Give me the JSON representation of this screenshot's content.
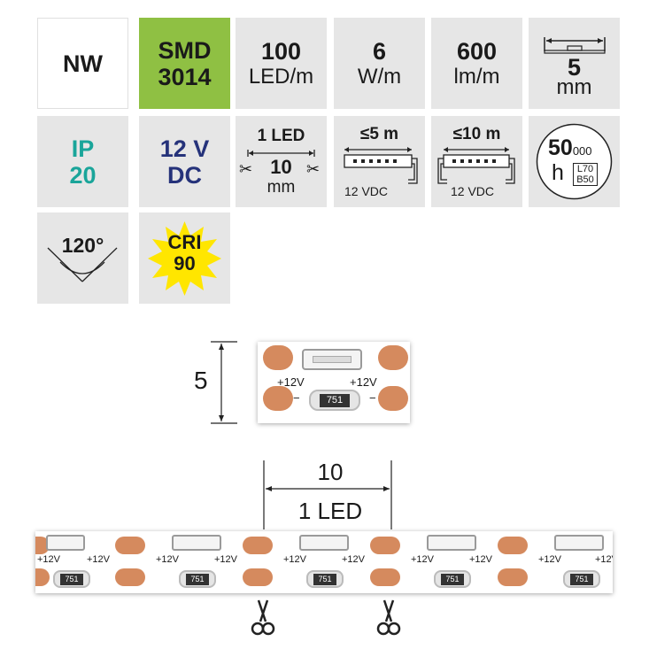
{
  "tiles": {
    "color_temp": "NW",
    "chip": {
      "line1": "SMD",
      "line2": "3014"
    },
    "density": {
      "value": "100",
      "unit": "LED/m"
    },
    "power": {
      "value": "6",
      "unit": "W/m"
    },
    "flux": {
      "value": "600",
      "unit": "lm/m"
    },
    "width": {
      "value": "5",
      "unit": "mm"
    },
    "ip": {
      "line1": "IP",
      "line2": "20"
    },
    "voltage": {
      "line1": "12 V",
      "line2": "DC"
    },
    "cut": {
      "top": "1 LED",
      "value": "10",
      "unit": "mm"
    },
    "run5": {
      "top": "≤5 m",
      "bottom": "12 VDC"
    },
    "run10": {
      "top": "≤10 m",
      "bottom": "12 VDC"
    },
    "life": {
      "value": "50",
      "sub": "000",
      "unit": "h",
      "l": "L70",
      "b": "B50"
    },
    "angle": "120°",
    "cri": {
      "line1": "CRI",
      "line2": "90"
    }
  },
  "diagram": {
    "width_label": "5",
    "segment_length": "10",
    "segment_leds": "1 LED",
    "pad_plus": "+12V",
    "pad_minus": "−",
    "resistor": "751"
  },
  "colors": {
    "tile_gray": "#e6e6e6",
    "chip_green": "#8fc043",
    "ip_teal": "#1aa59a",
    "voltage_navy": "#25327a",
    "cri_star": "#ffe600",
    "copper_pad": "#d58a5e"
  }
}
